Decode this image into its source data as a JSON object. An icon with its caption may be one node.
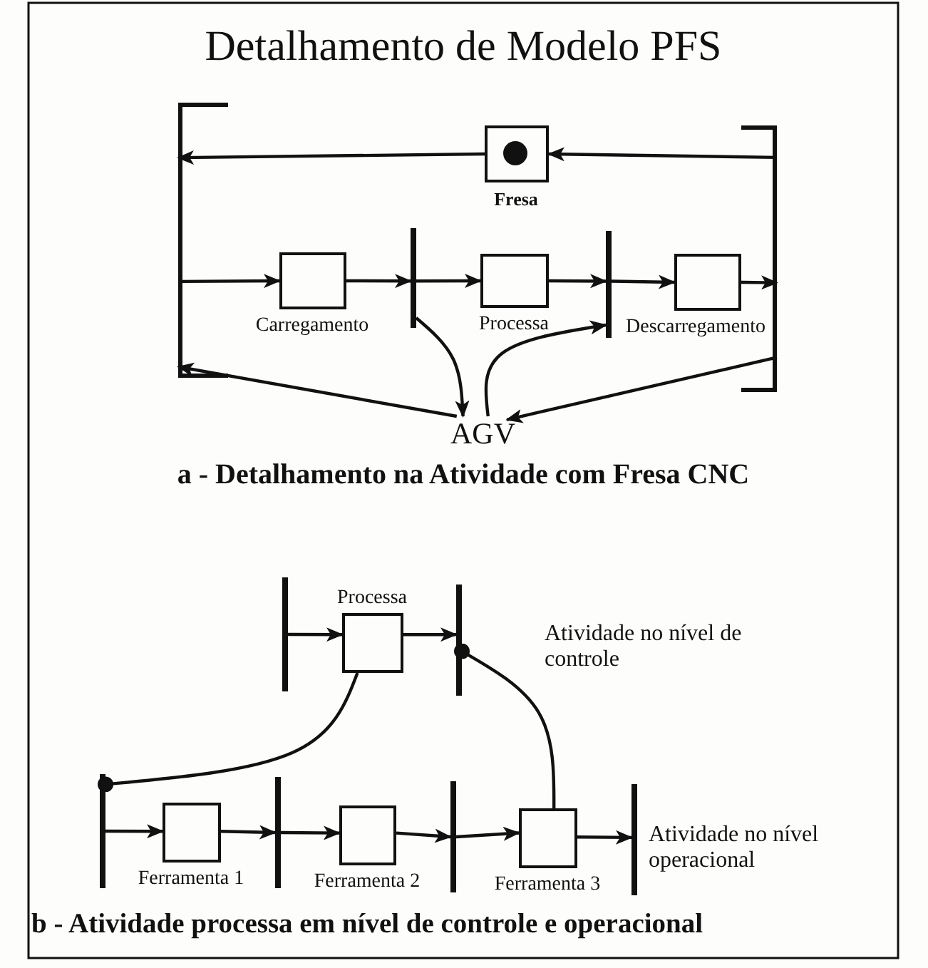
{
  "diagram": {
    "title": "Detalhamento de Modelo PFS",
    "nodes": [
      {
        "text": [],
        "shape": "bracket"
      },
      {
        "text": [
          "Fresa"
        ]
      },
      {
        "text": [],
        "shape": "bracket"
      },
      {
        "text": [
          "Carregamento"
        ]
      },
      {
        "text": [],
        "shape": "bar"
      },
      {
        "text": [
          "Processa"
        ]
      },
      {
        "text": [],
        "shape": "bar"
      },
      {
        "text": [
          "Descarregamento"
        ]
      },
      {
        "text": [
          "AGV"
        ]
      },
      {
        "text": [],
        "shape": "bar"
      },
      {
        "text": [
          "Processa"
        ]
      },
      {
        "text": [],
        "shape": "bar"
      },
      {
        "text": [],
        "shape": "bar"
      },
      {
        "text": [
          "Ferramenta 1"
        ]
      },
      {
        "text": [],
        "shape": "bar"
      },
      {
        "text": [
          "Ferramenta 2"
        ]
      },
      {
        "text": [],
        "shape": "bar"
      },
      {
        "text": [
          "Ferramenta 3"
        ]
      },
      {
        "text": [],
        "shape": "bar"
      }
    ],
    "edges": [
      {
        "from": 2,
        "to": 1,
        "arrow": "to"
      },
      {
        "from": 1,
        "to": 0,
        "arrow": "to"
      },
      {
        "from": 0,
        "to": 3,
        "arrow": "to"
      },
      {
        "from": 3,
        "to": 4,
        "arrow": "to"
      },
      {
        "from": 4,
        "to": 5,
        "arrow": "to"
      },
      {
        "from": 5,
        "to": 6,
        "arrow": "to"
      },
      {
        "from": 6,
        "to": 7,
        "arrow": "to"
      },
      {
        "from": 7,
        "to": 2,
        "arrow": "to"
      },
      {
        "from": 4,
        "to": 8,
        "arrow": "to"
      },
      {
        "from": 8,
        "to": 6,
        "arrow": "to"
      },
      {
        "from": 8,
        "to": 0,
        "arrow": "to"
      },
      {
        "from": 2,
        "to": 8,
        "arrow": "to"
      },
      {
        "from": 9,
        "to": 10,
        "arrow": "to"
      },
      {
        "from": 10,
        "to": 11,
        "arrow": "to"
      },
      {
        "from": 12,
        "to": 13,
        "arrow": "to"
      },
      {
        "from": 13,
        "to": 14,
        "arrow": "to"
      },
      {
        "from": 14,
        "to": 15,
        "arrow": "to"
      },
      {
        "from": 15,
        "to": 16,
        "arrow": "to"
      },
      {
        "from": 16,
        "to": 17,
        "arrow": "to"
      },
      {
        "from": 17,
        "to": 18,
        "arrow": "to"
      },
      {
        "from": 10,
        "to": 12,
        "arrow": "other"
      },
      {
        "from": 17,
        "to": 11,
        "arrow": "other"
      }
    ],
    "labels": [
      "a - Detalhamento na Atividade com Fresa CNC",
      "Atividade no nível de controle",
      "Atividade no nível operacional",
      "b - Atividade processa em nível de controle e operacional"
    ]
  }
}
